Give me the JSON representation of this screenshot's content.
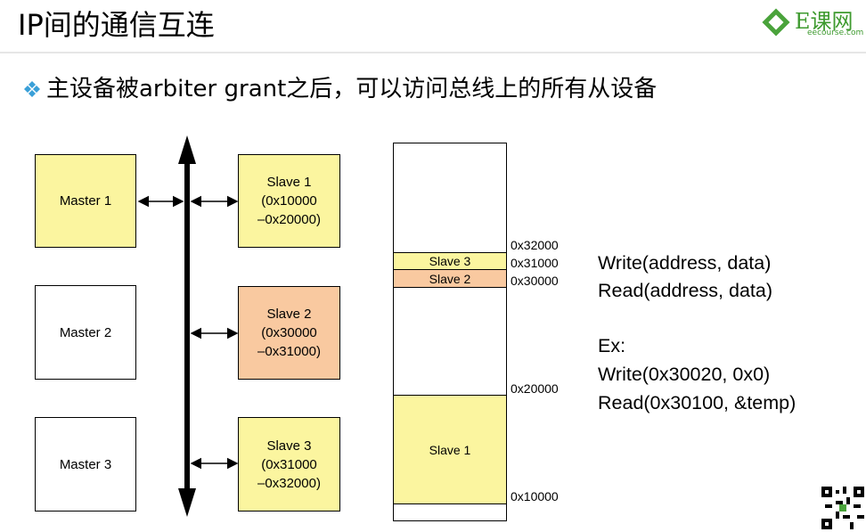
{
  "title": "IP间的通信互连",
  "logo": {
    "text": "E课网",
    "subtext": "eecourse.com"
  },
  "bullet": "主设备被arbiter grant之后，可以访问总线上的所有从设备",
  "masters": [
    "Master 1",
    "Master 2",
    "Master 3"
  ],
  "slaves": [
    {
      "label": "Slave 1\n(0x10000\n–0x20000)"
    },
    {
      "label": "Slave 2\n(0x30000\n–0x31000)"
    },
    {
      "label": "Slave 3\n(0x31000\n–0x32000)"
    }
  ],
  "memory_map": {
    "regions": [
      "Slave 3",
      "Slave 2",
      "Slave 1"
    ],
    "addresses": [
      "0x32000",
      "0x31000",
      "0x30000",
      "0x20000",
      "0x10000"
    ]
  },
  "code_lines": [
    "Write(address, data)",
    "Read(address, data)",
    "Ex:",
    "Write(0x30020, 0x0)",
    "Read(0x30100, &temp)"
  ],
  "colors": {
    "slave_yellow": "#fbf59f",
    "slave_orange": "#f9c9a0",
    "logo_green": "#4aa33b",
    "bullet_blue": "#3aa0d8"
  }
}
